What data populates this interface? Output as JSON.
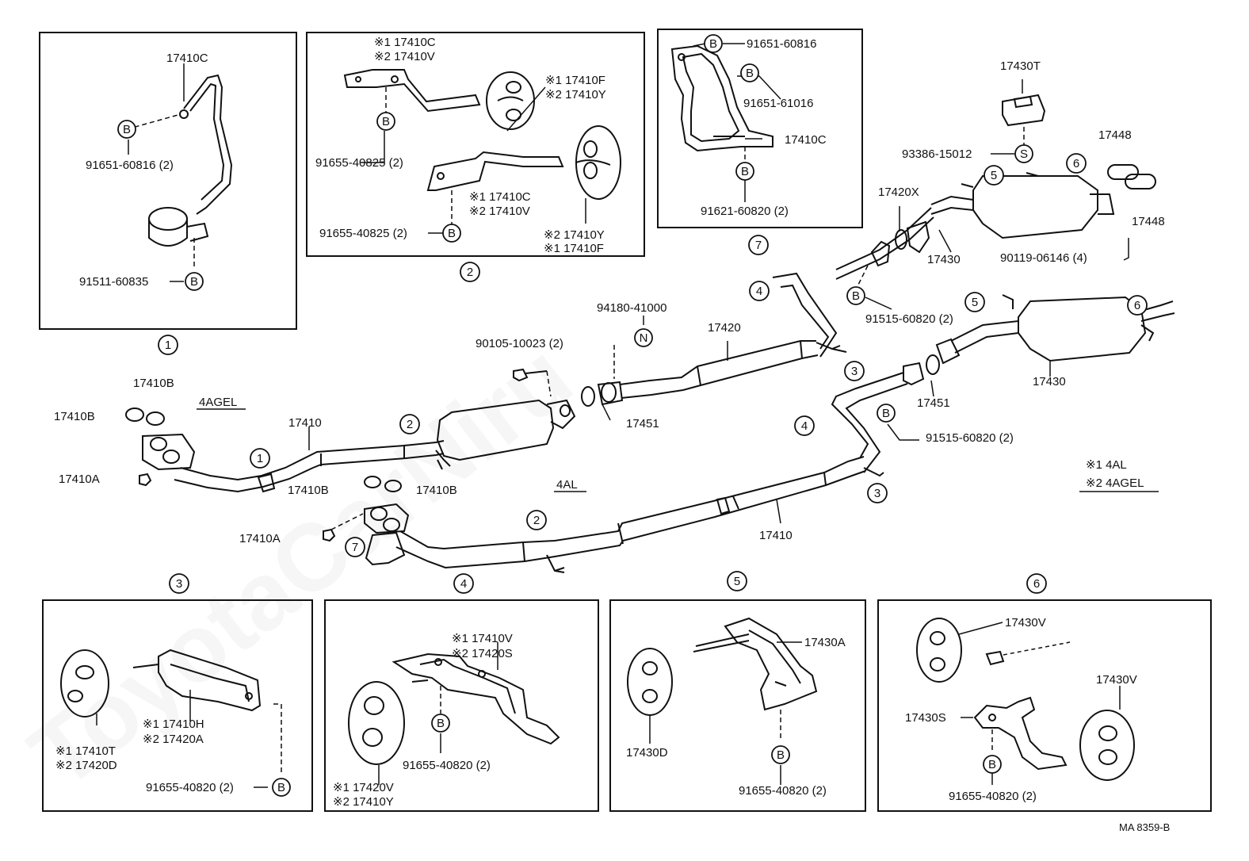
{
  "watermark": "ToyotaCarNiru",
  "doc_id": "MA 8359-B",
  "legend": {
    "line1": "※1 4AL",
    "line2": "※2 4AGEL"
  },
  "variant_labels": {
    "upper": "4AGEL",
    "lower": "4AL"
  },
  "circle_nums": [
    "1",
    "2",
    "3",
    "4",
    "5",
    "6",
    "7"
  ],
  "symbols": {
    "B": "B",
    "N": "N",
    "S": "S"
  },
  "box1": {
    "num": "1",
    "part": "17410C",
    "bolt_b": "91651-60816 (2)",
    "clamp_b": "91511-60835"
  },
  "box2": {
    "num": "2",
    "top_ref1": "※1 17410C",
    "top_ref2": "※2 17410V",
    "r1": "※1 17410F",
    "r2": "※2 17410Y",
    "bolt_a": "91655-40825 (2)",
    "mid_ref1": "※1 17410C",
    "mid_ref2": "※2 17410V",
    "bolt_b": "91655-40825 (2)",
    "bot_ref1": "※2 17410Y",
    "bot_ref2": "※1 17410F"
  },
  "box7": {
    "num": "7",
    "bolt1": "91651-60816",
    "bolt2": "91651-61016",
    "part": "17410C",
    "bolt3": "91621-60820 (2)"
  },
  "box3": {
    "num": "3",
    "ref1": "※1 17410H",
    "ref2": "※2 17420A",
    "ref3": "※1 17410T",
    "ref4": "※2 17420D",
    "bolt": "91655-40820 (2)"
  },
  "box4": {
    "num": "4",
    "ref1": "※1 17410V",
    "ref2": "※2 17420S",
    "bolt": "91655-40820 (2)",
    "ref3": "※1 17420V",
    "ref4": "※2 17410Y"
  },
  "box5": {
    "num": "5",
    "part1": "17430A",
    "part2": "17430D",
    "bolt": "91655-40820 (2)"
  },
  "box6": {
    "num": "6",
    "part1": "17430V",
    "part2": "17430S",
    "part3": "17430V",
    "bolt": "91655-40820 (2)"
  },
  "main": {
    "p17410B_a": "17410B",
    "p17410B_b": "17410B",
    "p17410A_a": "17410A",
    "p17410_upper": "17410",
    "p17410B_c": "17410B",
    "p17410B_d": "17410B",
    "p17410A_b": "17410A",
    "bolt_90105": "90105-10023 (2)",
    "bolt_94180": "94180-41000",
    "p17420": "17420",
    "p17451_a": "17451",
    "p17451_b": "17451",
    "p17410_lower": "17410",
    "p17420X": "17420X",
    "p17430T": "17430T",
    "p93386": "93386-15012",
    "p17448_a": "17448",
    "p17448_b": "17448",
    "p17430_a": "17430",
    "p90119": "90119-06146 (4)",
    "p91515_a": "91515-60820 (2)",
    "p91515_b": "91515-60820 (2)",
    "p17430_b": "17430"
  }
}
